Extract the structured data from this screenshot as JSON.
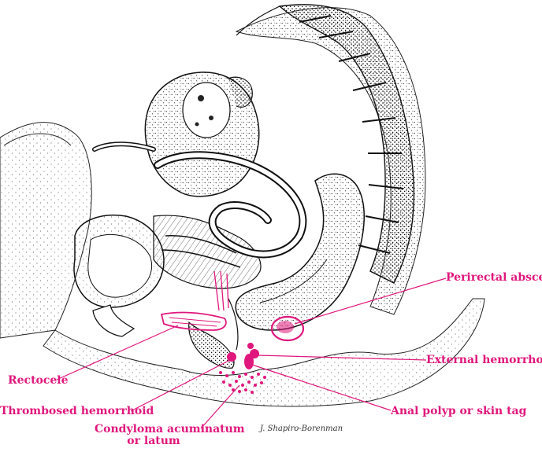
{
  "colors": {
    "accent": "#e0177c",
    "ink": "#1a1a1a",
    "stipple": "#2a2a2a"
  },
  "diagram": {
    "labels": {
      "perirectal_abscess": "Perirectal abscess",
      "external_hemorrhoids": "External hemorrhoids",
      "anal_polyp": "Anal polyp or skin tag",
      "rectocele": "Rectocele",
      "thrombosed_hemorrhoid": "Thrombosed hemorrhoid",
      "condyloma_line1": "Condyloma acuminatum",
      "condyloma_line2": "or latum"
    },
    "signature": "J. Shapiro-Borenman"
  }
}
